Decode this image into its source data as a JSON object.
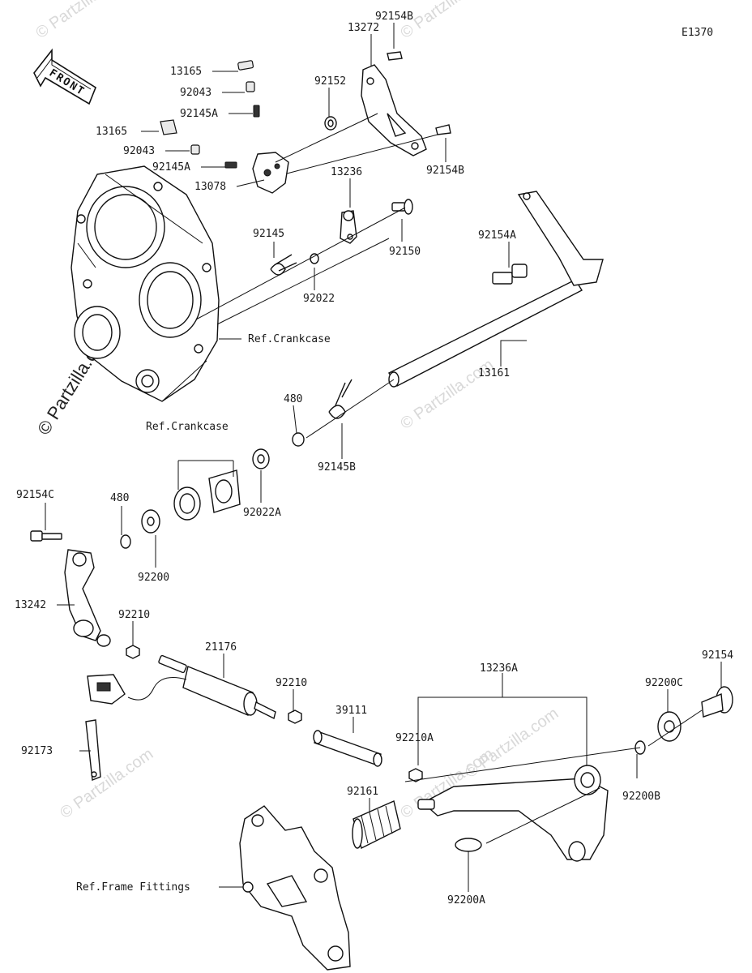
{
  "diagram": {
    "code": "E1370",
    "front_label": "FRONT",
    "watermark": "© Partzilla.com",
    "labels": [
      "92154B",
      "13272",
      "13165",
      "92043",
      "92145A",
      "92152",
      "13165",
      "92043",
      "92145A",
      "92154B",
      "13078",
      "13236",
      "92150",
      "92145",
      "92022",
      "92154A",
      "Ref.Crankcase",
      "13161",
      "480",
      "92145B",
      "Ref.Crankcase",
      "92022A",
      "92154C",
      "480",
      "92200",
      "13242",
      "92210",
      "21176",
      "92210",
      "13236A",
      "92200C",
      "92154",
      "39111",
      "92210A",
      "92173",
      "92200B",
      "92161",
      "Ref.Frame Fittings",
      "92200A"
    ]
  }
}
